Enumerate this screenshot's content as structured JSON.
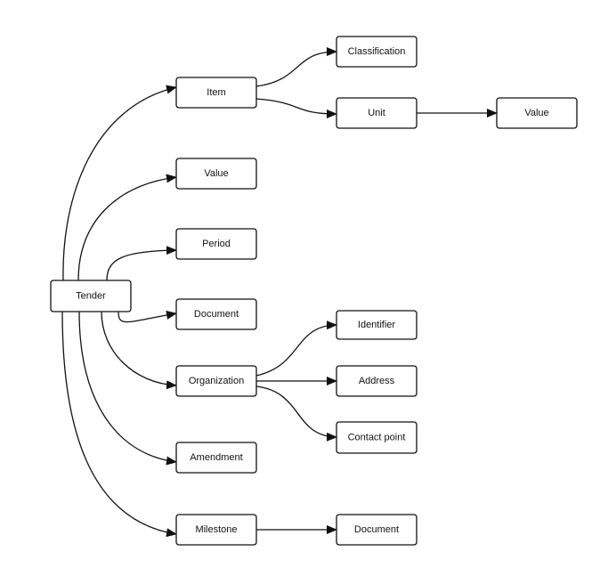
{
  "diagram": {
    "nodes": [
      {
        "id": "tender",
        "label": "Tender"
      },
      {
        "id": "item",
        "label": "Item"
      },
      {
        "id": "value",
        "label": "Value"
      },
      {
        "id": "period",
        "label": "Period"
      },
      {
        "id": "document",
        "label": "Document"
      },
      {
        "id": "organization",
        "label": "Organization"
      },
      {
        "id": "amendment",
        "label": "Amendment"
      },
      {
        "id": "milestone",
        "label": "Milestone"
      },
      {
        "id": "classification",
        "label": "Classification"
      },
      {
        "id": "unit",
        "label": "Unit"
      },
      {
        "id": "unit-value",
        "label": "Value"
      },
      {
        "id": "identifier",
        "label": "Identifier"
      },
      {
        "id": "address",
        "label": "Address"
      },
      {
        "id": "contact-point",
        "label": "Contact point"
      },
      {
        "id": "milestone-document",
        "label": "Document"
      }
    ],
    "edges": [
      {
        "from": "tender",
        "to": "item"
      },
      {
        "from": "tender",
        "to": "value"
      },
      {
        "from": "tender",
        "to": "period"
      },
      {
        "from": "tender",
        "to": "document"
      },
      {
        "from": "tender",
        "to": "organization"
      },
      {
        "from": "tender",
        "to": "amendment"
      },
      {
        "from": "tender",
        "to": "milestone"
      },
      {
        "from": "item",
        "to": "classification"
      },
      {
        "from": "item",
        "to": "unit"
      },
      {
        "from": "unit",
        "to": "unit-value"
      },
      {
        "from": "organization",
        "to": "identifier"
      },
      {
        "from": "organization",
        "to": "address"
      },
      {
        "from": "organization",
        "to": "contact-point"
      },
      {
        "from": "milestone",
        "to": "milestone-document"
      }
    ]
  }
}
